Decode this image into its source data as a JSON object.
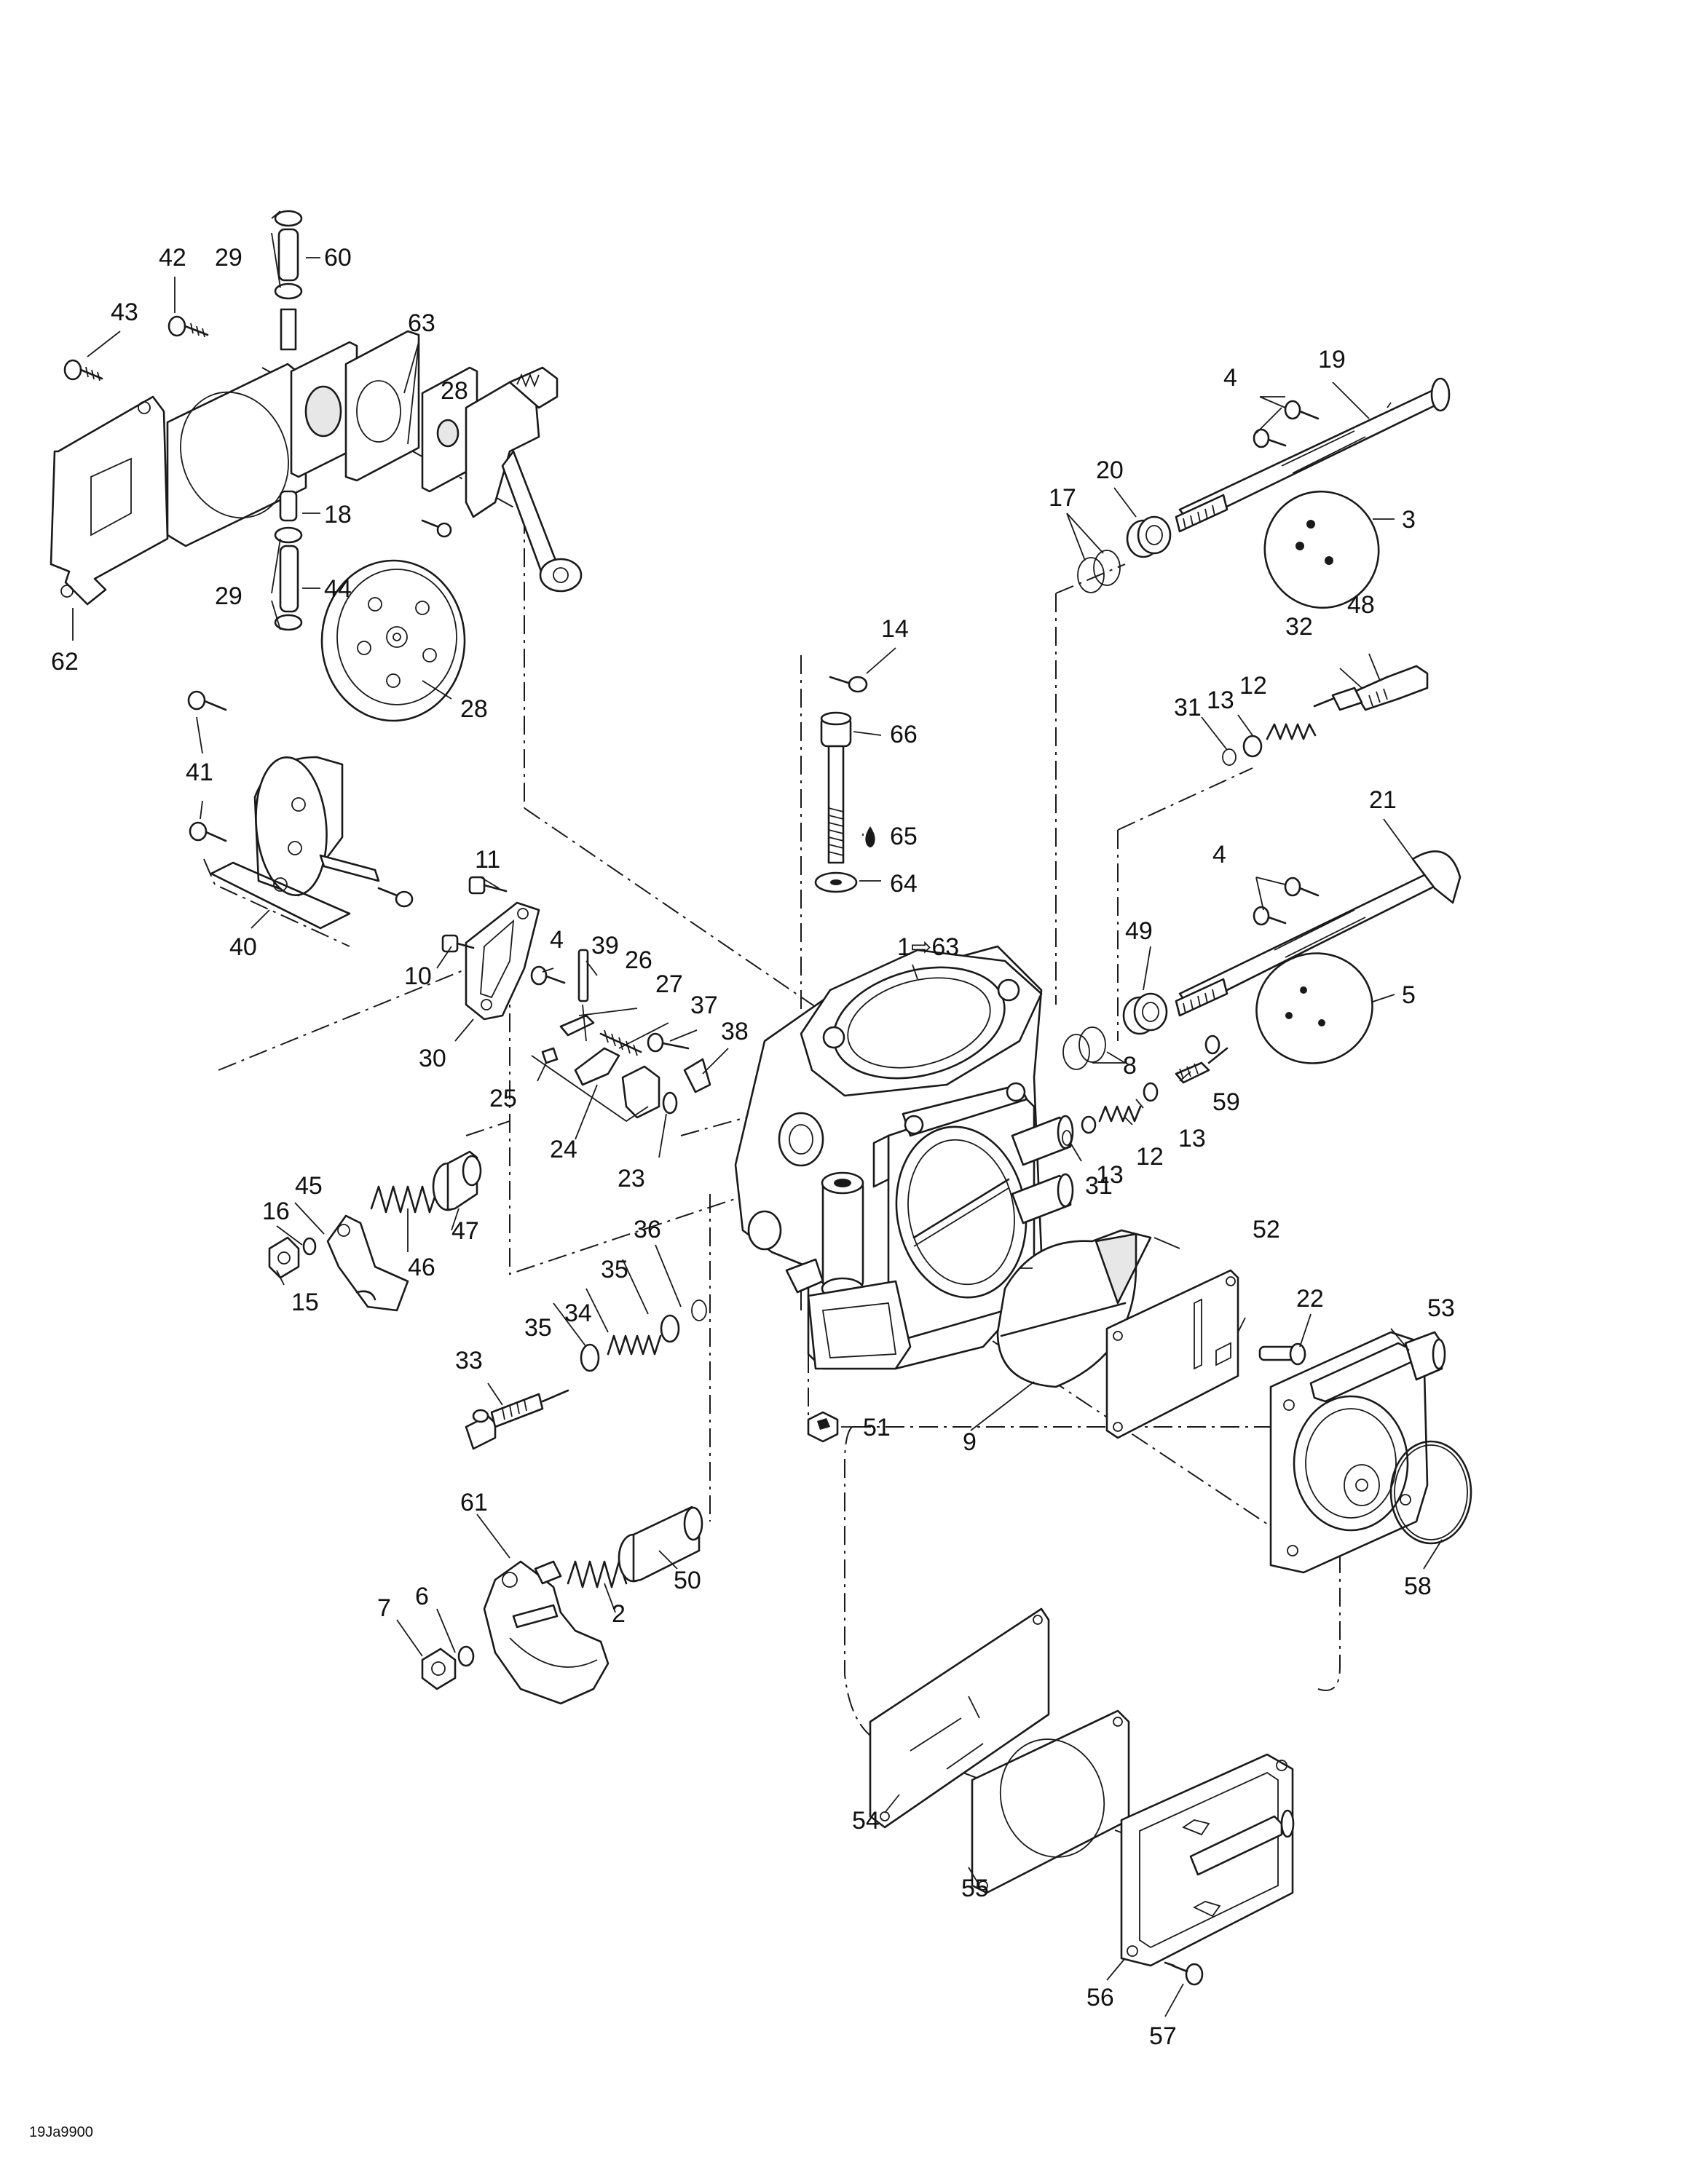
{
  "diagram_code": "19Ja9900",
  "callouts": {
    "c1": "1⇨63",
    "c2": "2",
    "c3": "3",
    "c4a": "4",
    "c4b": "4",
    "c4c": "4",
    "c5": "5",
    "c6": "6",
    "c7": "7",
    "c8": "8",
    "c9": "9",
    "c10": "10",
    "c11": "11",
    "c12a": "12",
    "c12b": "12",
    "c13a": "13",
    "c13b": "13",
    "c13c": "13",
    "c14": "14",
    "c15": "15",
    "c16": "16",
    "c17": "17",
    "c18": "18",
    "c19": "19",
    "c20": "20",
    "c21": "21",
    "c22": "22",
    "c23": "23",
    "c24": "24",
    "c25": "25",
    "c26": "26",
    "c27": "27",
    "c28a": "28",
    "c28b": "28",
    "c29a": "29",
    "c29b": "29",
    "c30": "30",
    "c31a": "31",
    "c31b": "31",
    "c32": "32",
    "c33": "33",
    "c34": "34",
    "c35a": "35",
    "c35b": "35",
    "c36": "36",
    "c37": "37",
    "c38": "38",
    "c39": "39",
    "c40": "40",
    "c41": "41",
    "c42": "42",
    "c43": "43",
    "c44": "44",
    "c45": "45",
    "c46": "46",
    "c47": "47",
    "c48": "48",
    "c49": "49",
    "c50": "50",
    "c51": "51",
    "c52": "52",
    "c53": "53",
    "c54": "54",
    "c55": "55",
    "c56": "56",
    "c57": "57",
    "c58": "58",
    "c59": "59",
    "c60": "60",
    "c61": "61",
    "c62": "62",
    "c63": "63",
    "c64": "64",
    "c65": "65",
    "c66": "66"
  },
  "colors": {
    "ink": "#1a1a1a",
    "background": "#ffffff"
  }
}
